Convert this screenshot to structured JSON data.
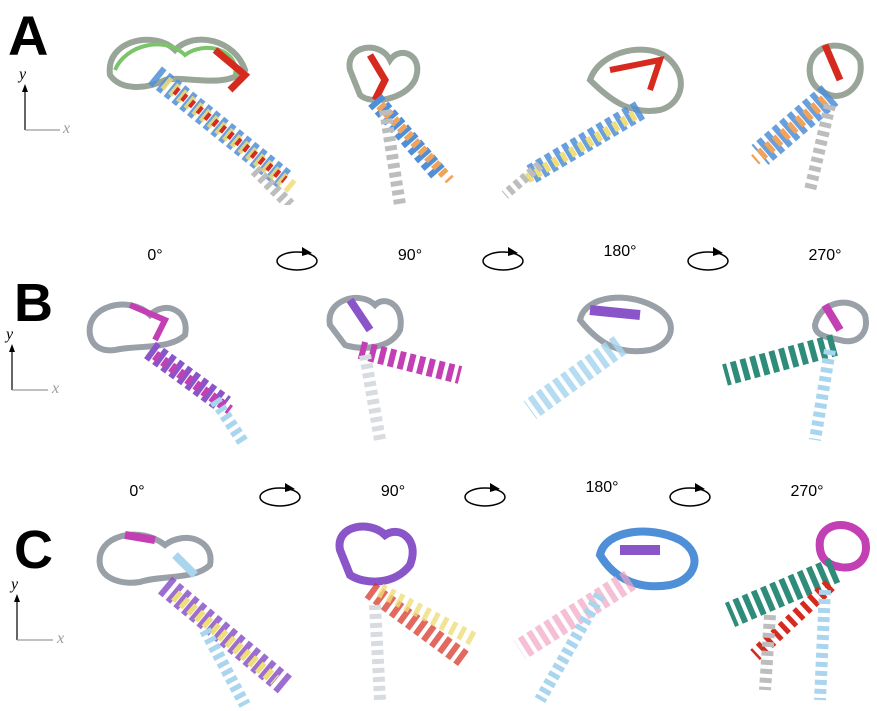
{
  "panels": [
    {
      "letter": "A",
      "axis_y": "y",
      "axis_x": "x"
    },
    {
      "letter": "B",
      "axis_y": "y",
      "axis_x": "x"
    },
    {
      "letter": "C",
      "axis_y": "y",
      "axis_x": "x"
    }
  ],
  "angles_row1": [
    "0°",
    "90°",
    "180°",
    "270°"
  ],
  "angles_row2": [
    "0°",
    "90°",
    "180°",
    "270°"
  ],
  "colors": {
    "red": "#d62a1e",
    "green": "#7cc46a",
    "blue": "#4f8fd8",
    "yellow": "#f0de7a",
    "orange": "#f0a35a",
    "gray": "#bdbdbd",
    "magenta": "#c23fb4",
    "purple": "#8a55c8",
    "teal": "#2f8c7a",
    "lightblue": "#a9d6ee",
    "pink": "#f2a5c4",
    "dark": "#444444"
  }
}
